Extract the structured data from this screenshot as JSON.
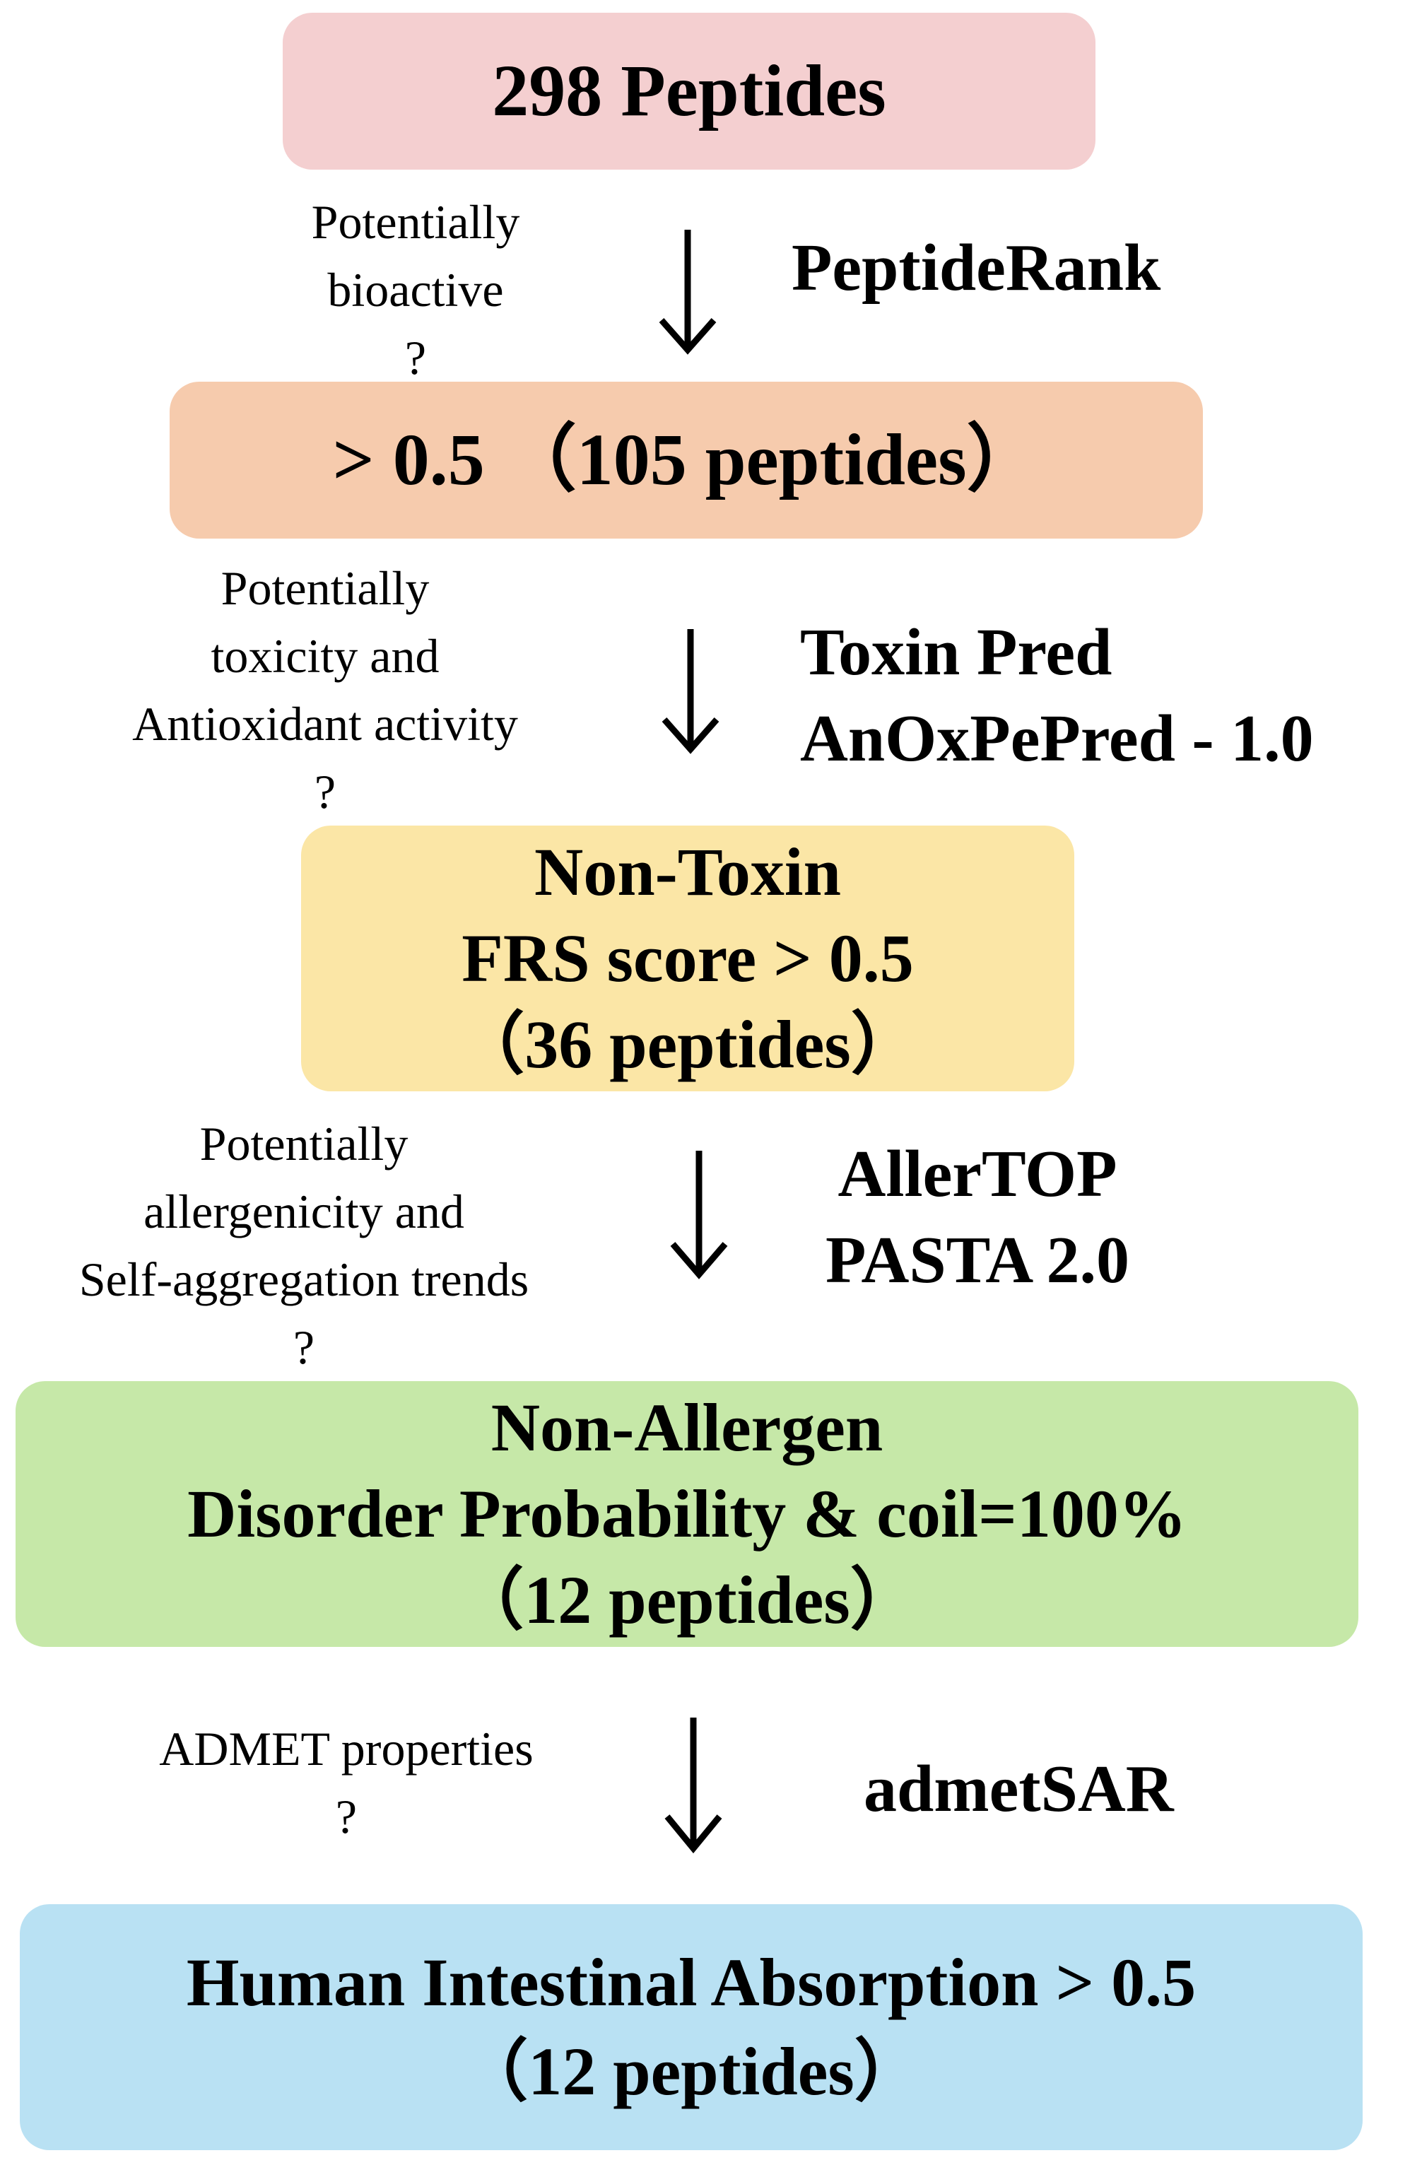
{
  "colors": {
    "box1": "#f4cfd0",
    "box2": "#f6cbad",
    "box3": "#fbe6a6",
    "box4": "#c6e8a8",
    "box5": "#b9e1f3",
    "arrow": "#000000"
  },
  "boxes": [
    {
      "lines": [
        "298 Peptides"
      ]
    },
    {
      "lines": [
        "> 0.5 （105 peptides）"
      ]
    },
    {
      "lines": [
        "Non-Toxin",
        "FRS score > 0.5",
        "（36 peptides）"
      ]
    },
    {
      "lines": [
        "Non-Allergen",
        "Disorder Probability & coil=100%",
        "（12 peptides）"
      ]
    },
    {
      "lines": [
        "Human Intestinal Absorption > 0.5",
        "（12 peptides）"
      ]
    }
  ],
  "steps": [
    {
      "question": [
        "Potentially",
        "bioactive",
        "?"
      ],
      "tools": [
        "PeptideRank"
      ]
    },
    {
      "question": [
        "Potentially",
        "toxicity and",
        "Antioxidant activity",
        "?"
      ],
      "tools": [
        "Toxin Pred",
        "AnOxPePred - 1.0"
      ]
    },
    {
      "question": [
        "Potentially",
        "allergenicity and",
        "Self-aggregation trends",
        "?"
      ],
      "tools": [
        "AllerTOP",
        "PASTA 2.0"
      ]
    },
    {
      "question": [
        "ADMET properties",
        "?"
      ],
      "tools": [
        "admetSAR"
      ]
    }
  ]
}
